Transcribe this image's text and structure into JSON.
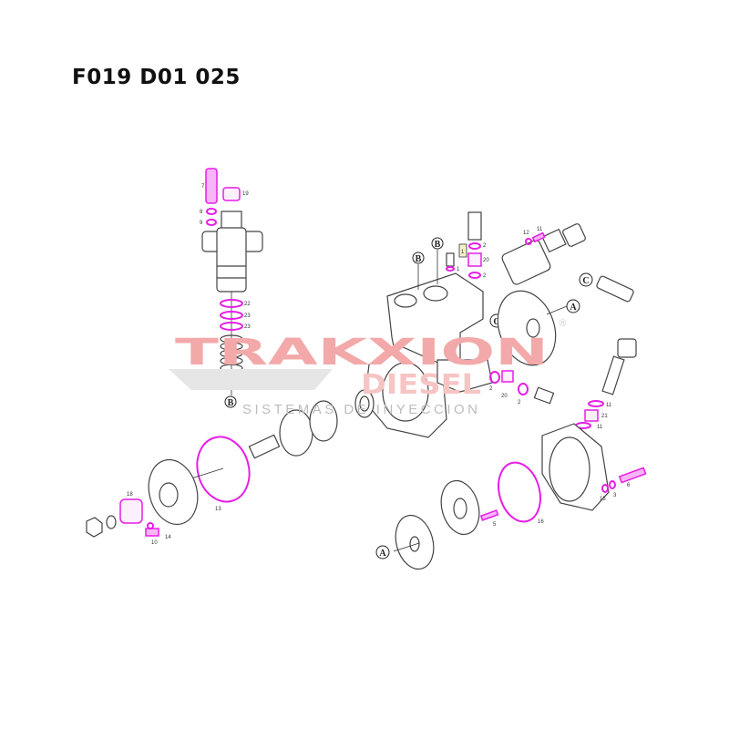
{
  "title": "F019 D01 025",
  "watermark": {
    "brand_top": "TRAKXION",
    "brand_bottom": "DIESEL",
    "tagline": "SISTEMAS DE INYECCION",
    "registered_mark": "®",
    "colors": {
      "brand": "#f3a9a9",
      "tagline": "#bdbdbd"
    }
  },
  "colors": {
    "highlight_parts": "#e61ee6",
    "outline": "#444444"
  },
  "callouts": {
    "n7": "7",
    "n8": "8",
    "n9": "9",
    "n19": "19",
    "n22": "22",
    "n23a": "23",
    "n23b": "23",
    "refB1": "B",
    "refB2": "B",
    "refB3": "B",
    "n1box": "1",
    "n2a": "2",
    "n20a": "20",
    "n2b": "2",
    "n1": "1",
    "n12": "12",
    "n11a": "11",
    "refC1": "C",
    "refC2": "C",
    "refA1": "A",
    "refA2": "A",
    "n2c": "2",
    "n20b": "20",
    "n2d": "2",
    "n11b": "11",
    "n21": "21",
    "n11c": "11",
    "n18": "18",
    "n10": "10",
    "n14": "14",
    "n13": "13",
    "n16": "16",
    "n5": "5",
    "n15": "15",
    "n3": "3",
    "n6": "6"
  }
}
